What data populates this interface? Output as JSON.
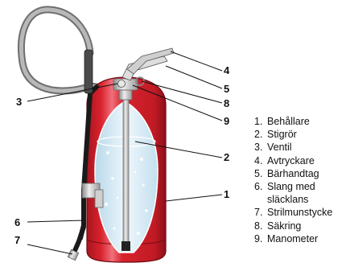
{
  "callouts": [
    {
      "number": "1"
    },
    {
      "number": "2"
    },
    {
      "number": "3"
    },
    {
      "number": "4"
    },
    {
      "number": "5"
    },
    {
      "number": "6"
    },
    {
      "number": "7"
    },
    {
      "number": "8"
    },
    {
      "number": "9"
    }
  ],
  "legend": [
    {
      "number": "1.",
      "label": "Behållare"
    },
    {
      "number": "2.",
      "label": "Stigrör"
    },
    {
      "number": "3.",
      "label": "Ventil"
    },
    {
      "number": "4.",
      "label": "Avtryckare"
    },
    {
      "number": "5.",
      "label": "Bärhandtag"
    },
    {
      "number": "6.",
      "label": "Slang med",
      "label_cont": "släcklans"
    },
    {
      "number": "7.",
      "label": "Strilmunstycke"
    },
    {
      "number": "8.",
      "label": "Säkring"
    },
    {
      "number": "9.",
      "label": "Manometer"
    }
  ],
  "colors": {
    "cylinder_red": "#d9232e",
    "cylinder_dark": "#a8151f",
    "cylinder_highlight": "#f0707a",
    "hose_gray": "#9a9a9a",
    "hose_black": "#1a1a1a",
    "liquid_blue": "#d7ebf5",
    "valve_silver": "#d5d5d5"
  },
  "icons": {
    "extinguisher": "fire-extinguisher-illustration"
  }
}
